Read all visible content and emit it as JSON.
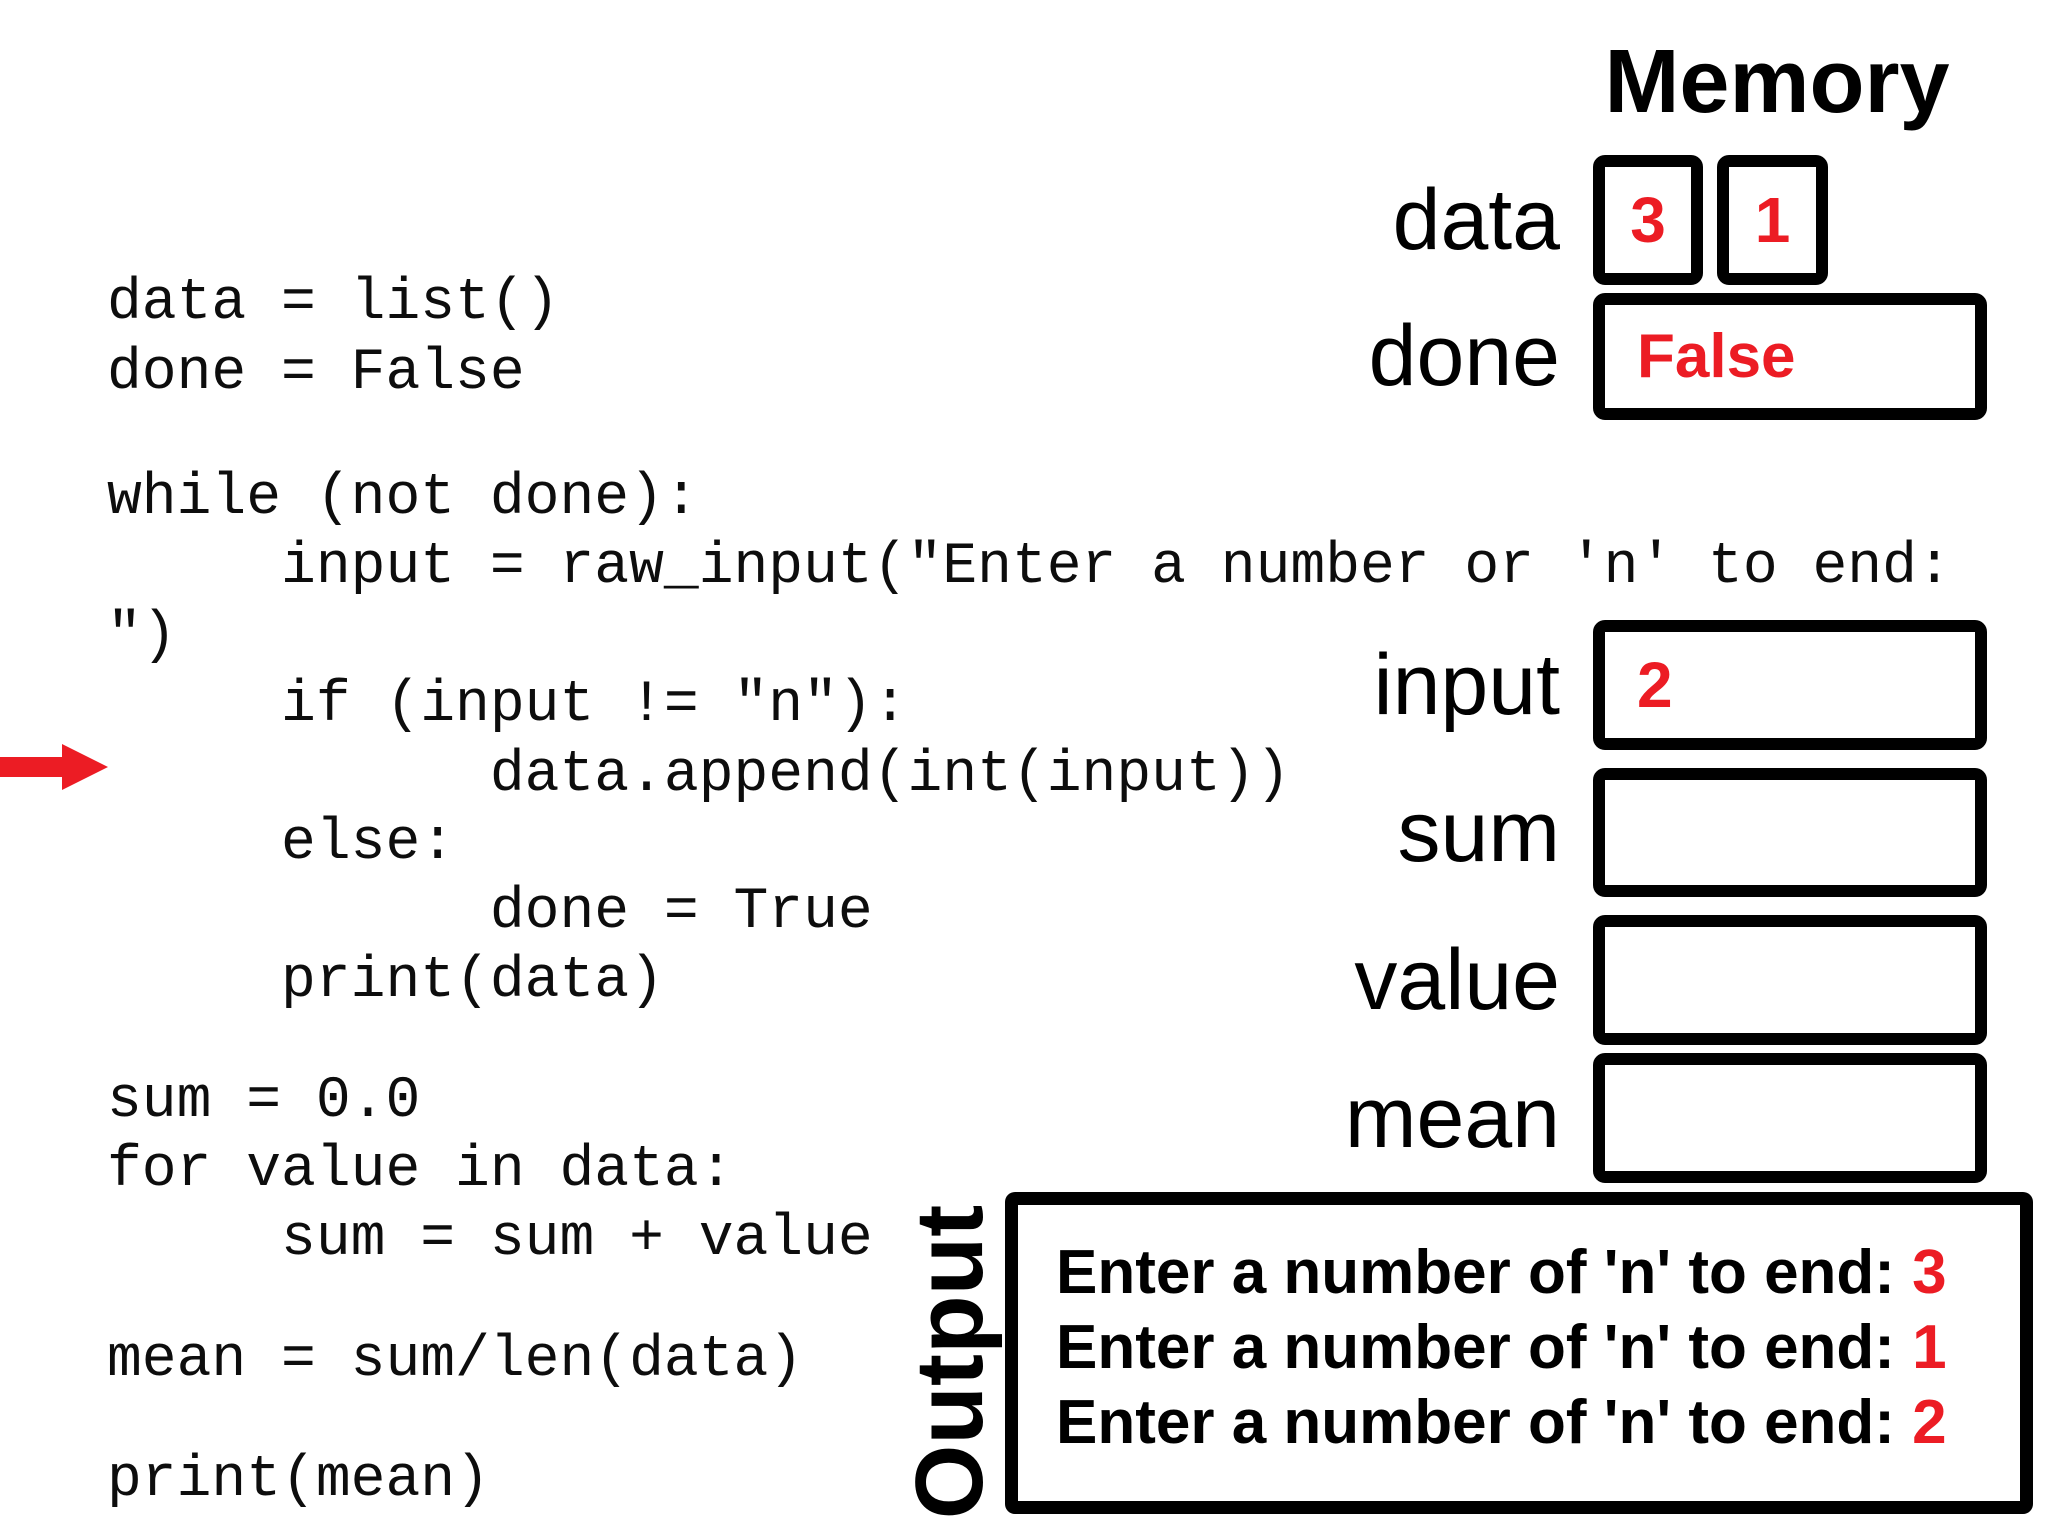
{
  "code": {
    "lines": [
      {
        "text": "data = list()"
      },
      {
        "text": "done = False"
      },
      {
        "text": "while (not done):"
      },
      {
        "text": "     input = raw_input(\"Enter a number or 'n' to end: "
      },
      {
        "text": "\")"
      },
      {
        "text": "     if (input != \"n\"):"
      },
      {
        "text": "           data.append(int(input))"
      },
      {
        "text": "     else:"
      },
      {
        "text": "           done = True"
      },
      {
        "text": "     print(data)"
      },
      {
        "text": "sum = 0.0"
      },
      {
        "text": "for value in data:"
      },
      {
        "text": "     sum = sum + value"
      },
      {
        "text": "mean = sum/len(data)"
      },
      {
        "text": "print(mean)"
      }
    ]
  },
  "memory": {
    "title": "Memory",
    "data_row": {
      "label": "data",
      "cells": [
        "3",
        "1"
      ]
    },
    "done_row": {
      "label": "done",
      "value": "False"
    },
    "input_row": {
      "label": "input",
      "value": "2"
    },
    "sum_row": {
      "label": "sum",
      "value": ""
    },
    "value_row": {
      "label": "value",
      "value": ""
    },
    "mean_row": {
      "label": "mean",
      "value": ""
    }
  },
  "output": {
    "label": "Output",
    "lines": [
      {
        "prompt": "Enter a number of 'n' to end: ",
        "value": "3"
      },
      {
        "prompt": "Enter a number of 'n' to end: ",
        "value": "1"
      },
      {
        "prompt": "Enter a number of 'n' to end: ",
        "value": "2"
      }
    ]
  },
  "icons": {
    "execution_arrow": "red-right-arrow"
  },
  "colors": {
    "accent_red": "#ec1c24",
    "text": "#000000"
  }
}
